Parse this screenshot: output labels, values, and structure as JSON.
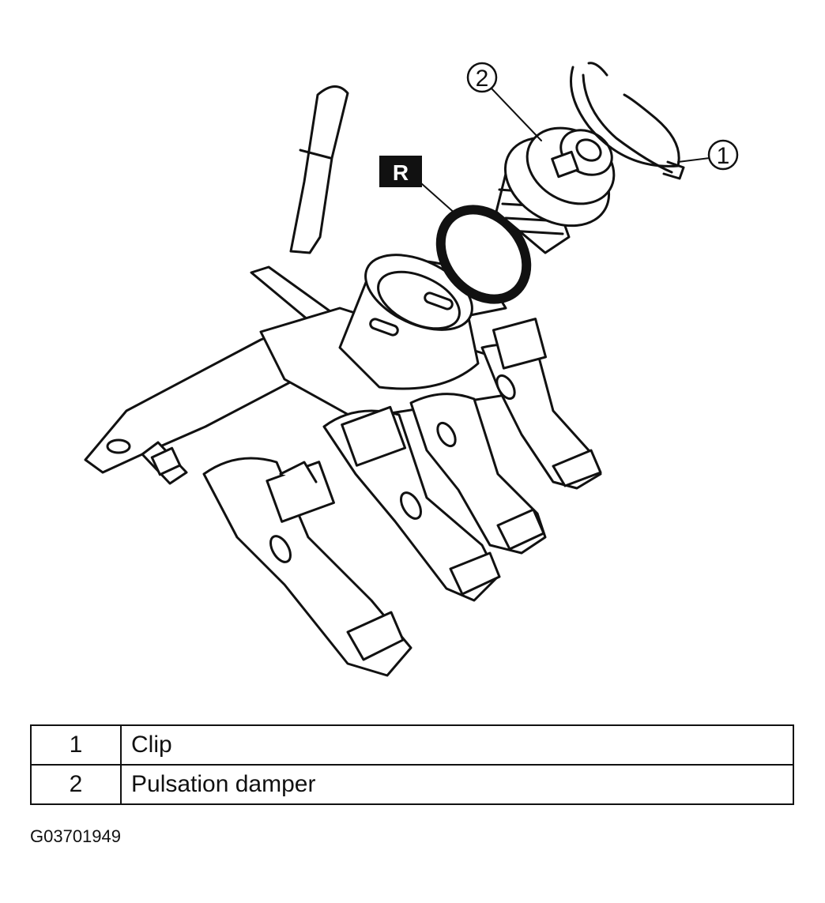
{
  "callouts": [
    {
      "number": "1",
      "part": "Clip"
    },
    {
      "number": "2",
      "part": "Pulsation damper"
    }
  ],
  "badge": {
    "label": "R"
  },
  "legend": [
    {
      "num": "1",
      "desc": "Clip"
    },
    {
      "num": "2",
      "desc": "Pulsation damper"
    }
  ],
  "figure_id": "G03701949"
}
